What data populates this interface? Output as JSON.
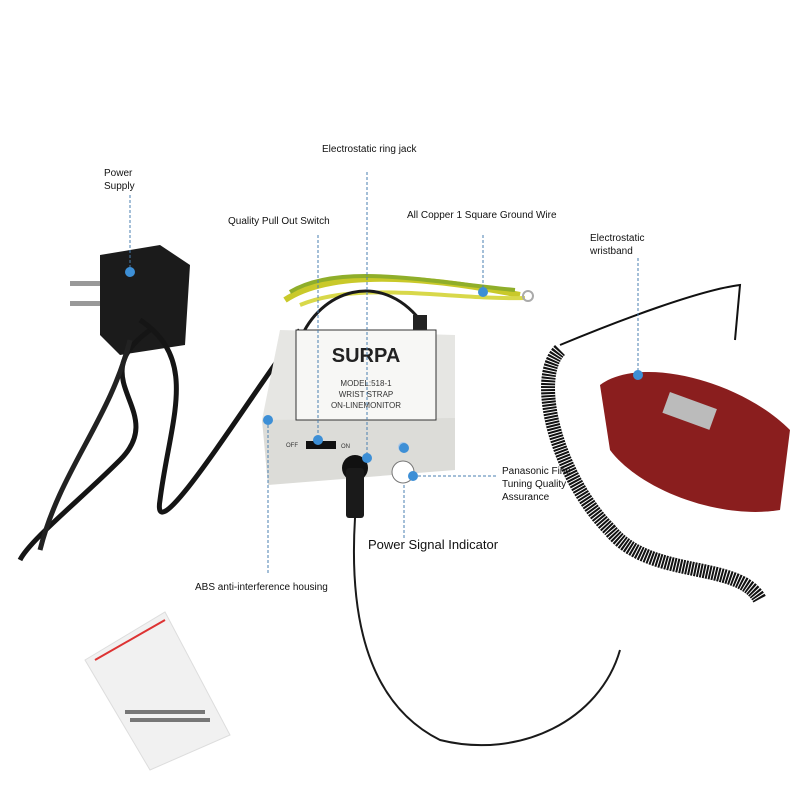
{
  "product": {
    "brand": "SURPA",
    "model_line": "MODEL:518-1",
    "line2": "WRIST STRAP",
    "line3": "ON-LINEMONITOR",
    "switch_off": "OFF",
    "switch_on": "ON"
  },
  "callouts": {
    "power_supply": "Power Supply",
    "ring_jack": "Electrostatic ring jack",
    "pull_out_switch": "Quality Pull Out Switch",
    "ground_wire": "All Copper 1 Square Ground Wire",
    "wristband": "Electrostatic wristband",
    "panasonic_1": "Panasonic Fine",
    "panasonic_2": "Tuning Quality",
    "panasonic_3": "Assurance",
    "power_indicator": "Power Signal Indicator",
    "abs_housing": "ABS anti-interference housing"
  },
  "colors": {
    "callout_line": "#4a7fb0",
    "callout_dot": "#3d8fd6",
    "wristband": "#8a1e1e",
    "ground_wire": "#c9c92a",
    "housing": "#e6e6e3"
  }
}
